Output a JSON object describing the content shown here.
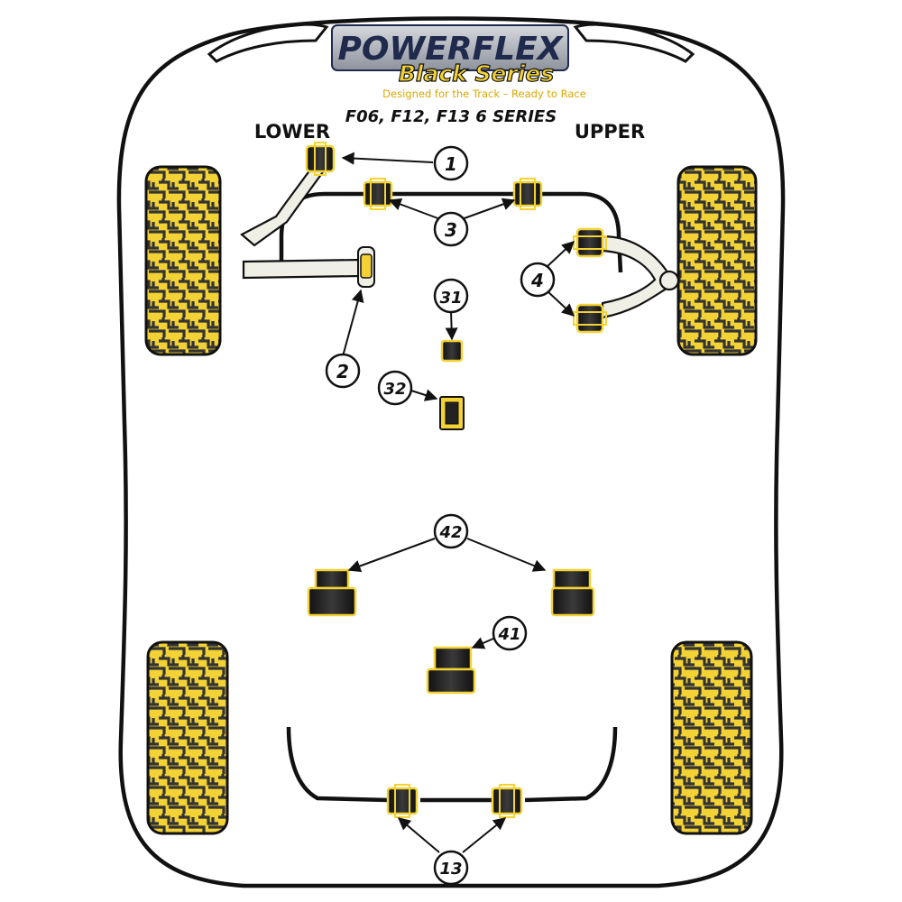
{
  "brand": {
    "name": "POWERFLEX",
    "series": "Black Series",
    "tagline": "Designed for the Track – Ready to Race"
  },
  "model": "F06, F12, F13 6 SERIES",
  "labels": {
    "lower": "LOWER",
    "upper": "UPPER"
  },
  "callouts": {
    "c1": "1",
    "c2": "2",
    "c3": "3",
    "c4": "4",
    "c31": "31",
    "c32": "32",
    "c42": "42",
    "c41": "41",
    "c13": "13"
  },
  "colors": {
    "outline": "#111111",
    "bushing_fill": "#222222",
    "accent_yellow": "#f2d234",
    "logo_blue": "#1f2a4d",
    "arm_fill": "#efefe6",
    "tagline": "#d9a700"
  }
}
